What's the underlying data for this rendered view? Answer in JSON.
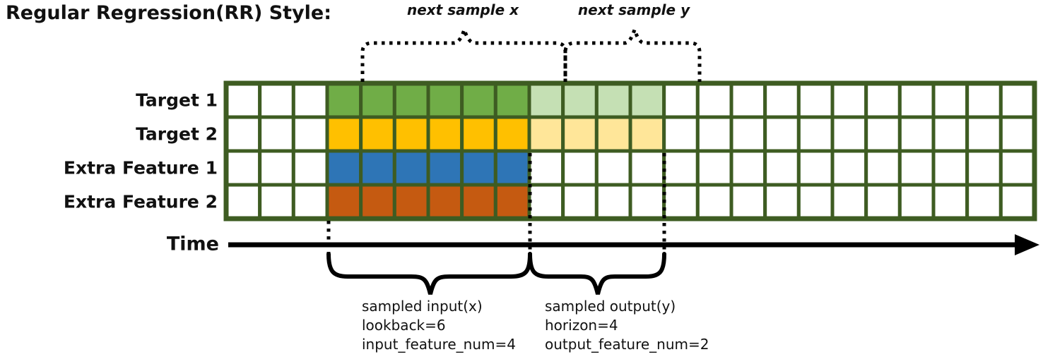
{
  "title": "Regular Regression(RR) Style:",
  "colors": {
    "grid_border": "#3E5C22",
    "target1_input": "#70AD47",
    "target1_output": "#C5E0B4",
    "target2_input": "#FFC000",
    "target2_output": "#FFE699",
    "feature1_input": "#2E75B6",
    "feature2_input": "#C55A11",
    "annotation": "#000000",
    "cell_empty": "#FFFFFF"
  },
  "grid": {
    "columns": 24,
    "lead_blank": 3,
    "lookback": 6,
    "horizon": 4,
    "rows": [
      {
        "label": "Target 1",
        "input_color": "#70AD47",
        "output_color": "#C5E0B4",
        "has_output": true
      },
      {
        "label": "Target 2",
        "input_color": "#FFC000",
        "output_color": "#FFE699",
        "has_output": true
      },
      {
        "label": "Extra Feature 1",
        "input_color": "#2E75B6",
        "output_color": null,
        "has_output": false
      },
      {
        "label": "Extra Feature 2",
        "input_color": "#C55A11",
        "output_color": null,
        "has_output": false
      }
    ]
  },
  "annotations": {
    "next_sample_x": "next sample x",
    "next_sample_y": "next sample y",
    "time_label": "Time",
    "input_lines": [
      "sampled input(x)",
      "lookback=6",
      "input_feature_num=4"
    ],
    "output_lines": [
      "sampled output(y)",
      "horizon=4",
      "output_feature_num=2"
    ]
  }
}
